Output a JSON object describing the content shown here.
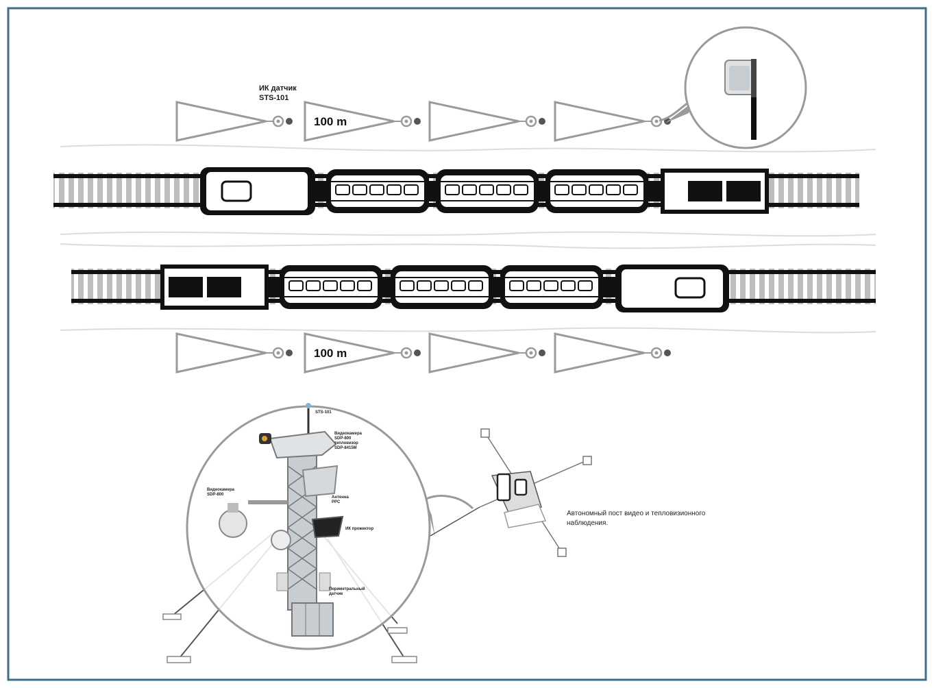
{
  "colors": {
    "border": "#3b6f87",
    "outline": "#9a9a9a",
    "dark": "#111111",
    "rail_tie": "#b8b8b8"
  },
  "sensor": {
    "label_line1": "ИК датчик",
    "label_line2": "STS-101"
  },
  "distance_label": "100 m",
  "tower": {
    "top_sensor": "STS-101",
    "camera_label_1": "Видеокамера",
    "camera_label_2": "SDP-800",
    "camera_label_3": "тепловизор",
    "camera_label_4": "SDP-8415M",
    "dome_label_1": "Видеокамера",
    "dome_label_2": "SDP-800",
    "antenna_label_1": "Антенна",
    "antenna_label_2": "PPC",
    "ir_label": "ИК прожектор",
    "perimeter_label_1": "Периметральный",
    "perimeter_label_2": "датчик"
  },
  "post_caption": {
    "line1": "Автономный пост видео и тепловизионного",
    "line2": "наблюдения."
  },
  "icons": {
    "ir_sensor": "ir-sensor-icon",
    "sensor_detail": "ir-sensor-device-icon",
    "train_locomotive": "locomotive-icon",
    "train_car": "passenger-car-icon",
    "tower": "surveillance-tower-icon"
  }
}
